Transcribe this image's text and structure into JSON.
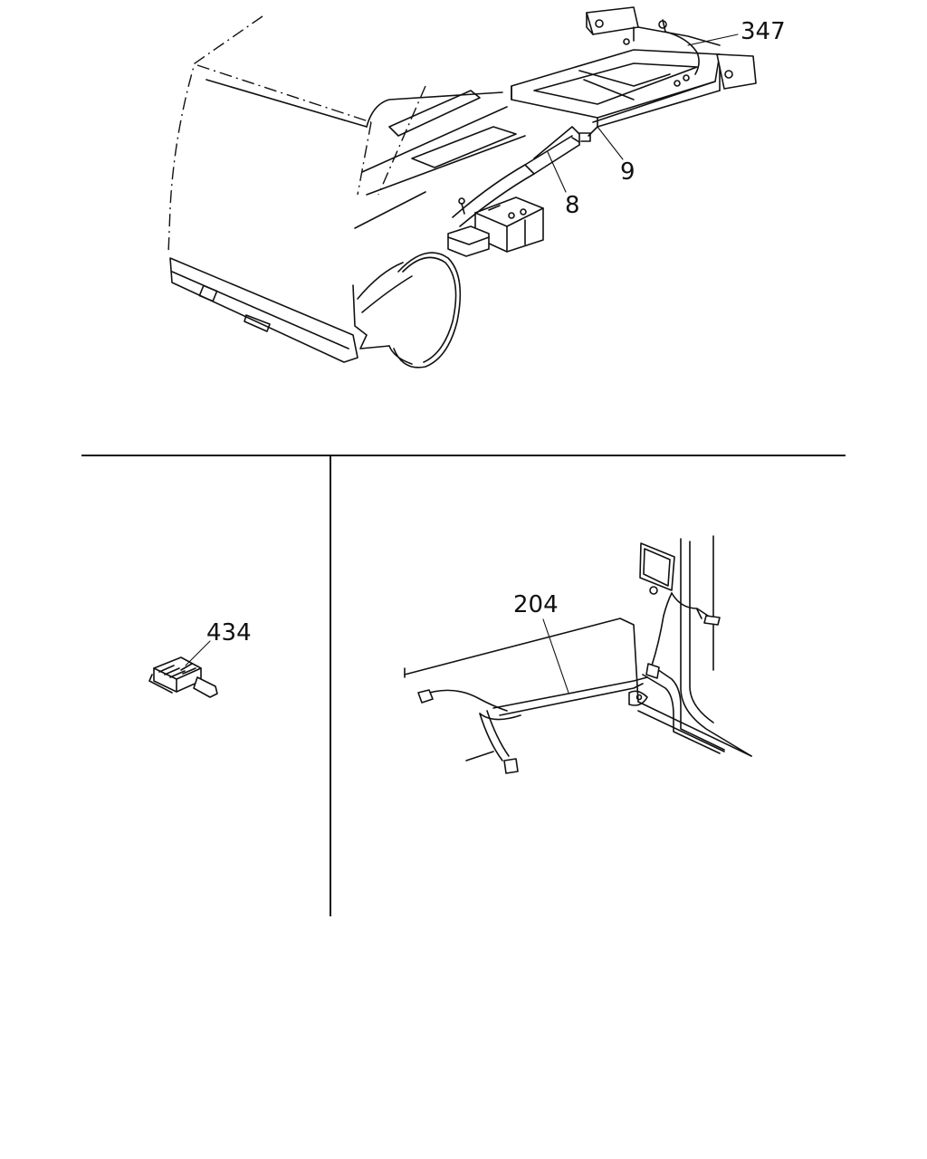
{
  "callouts": {
    "top_right": "347",
    "frame_rear": "9",
    "frame_side": "8",
    "connector": "434",
    "harness": "204"
  },
  "colors": {
    "ink": "#111111",
    "paper": "#ffffff"
  }
}
